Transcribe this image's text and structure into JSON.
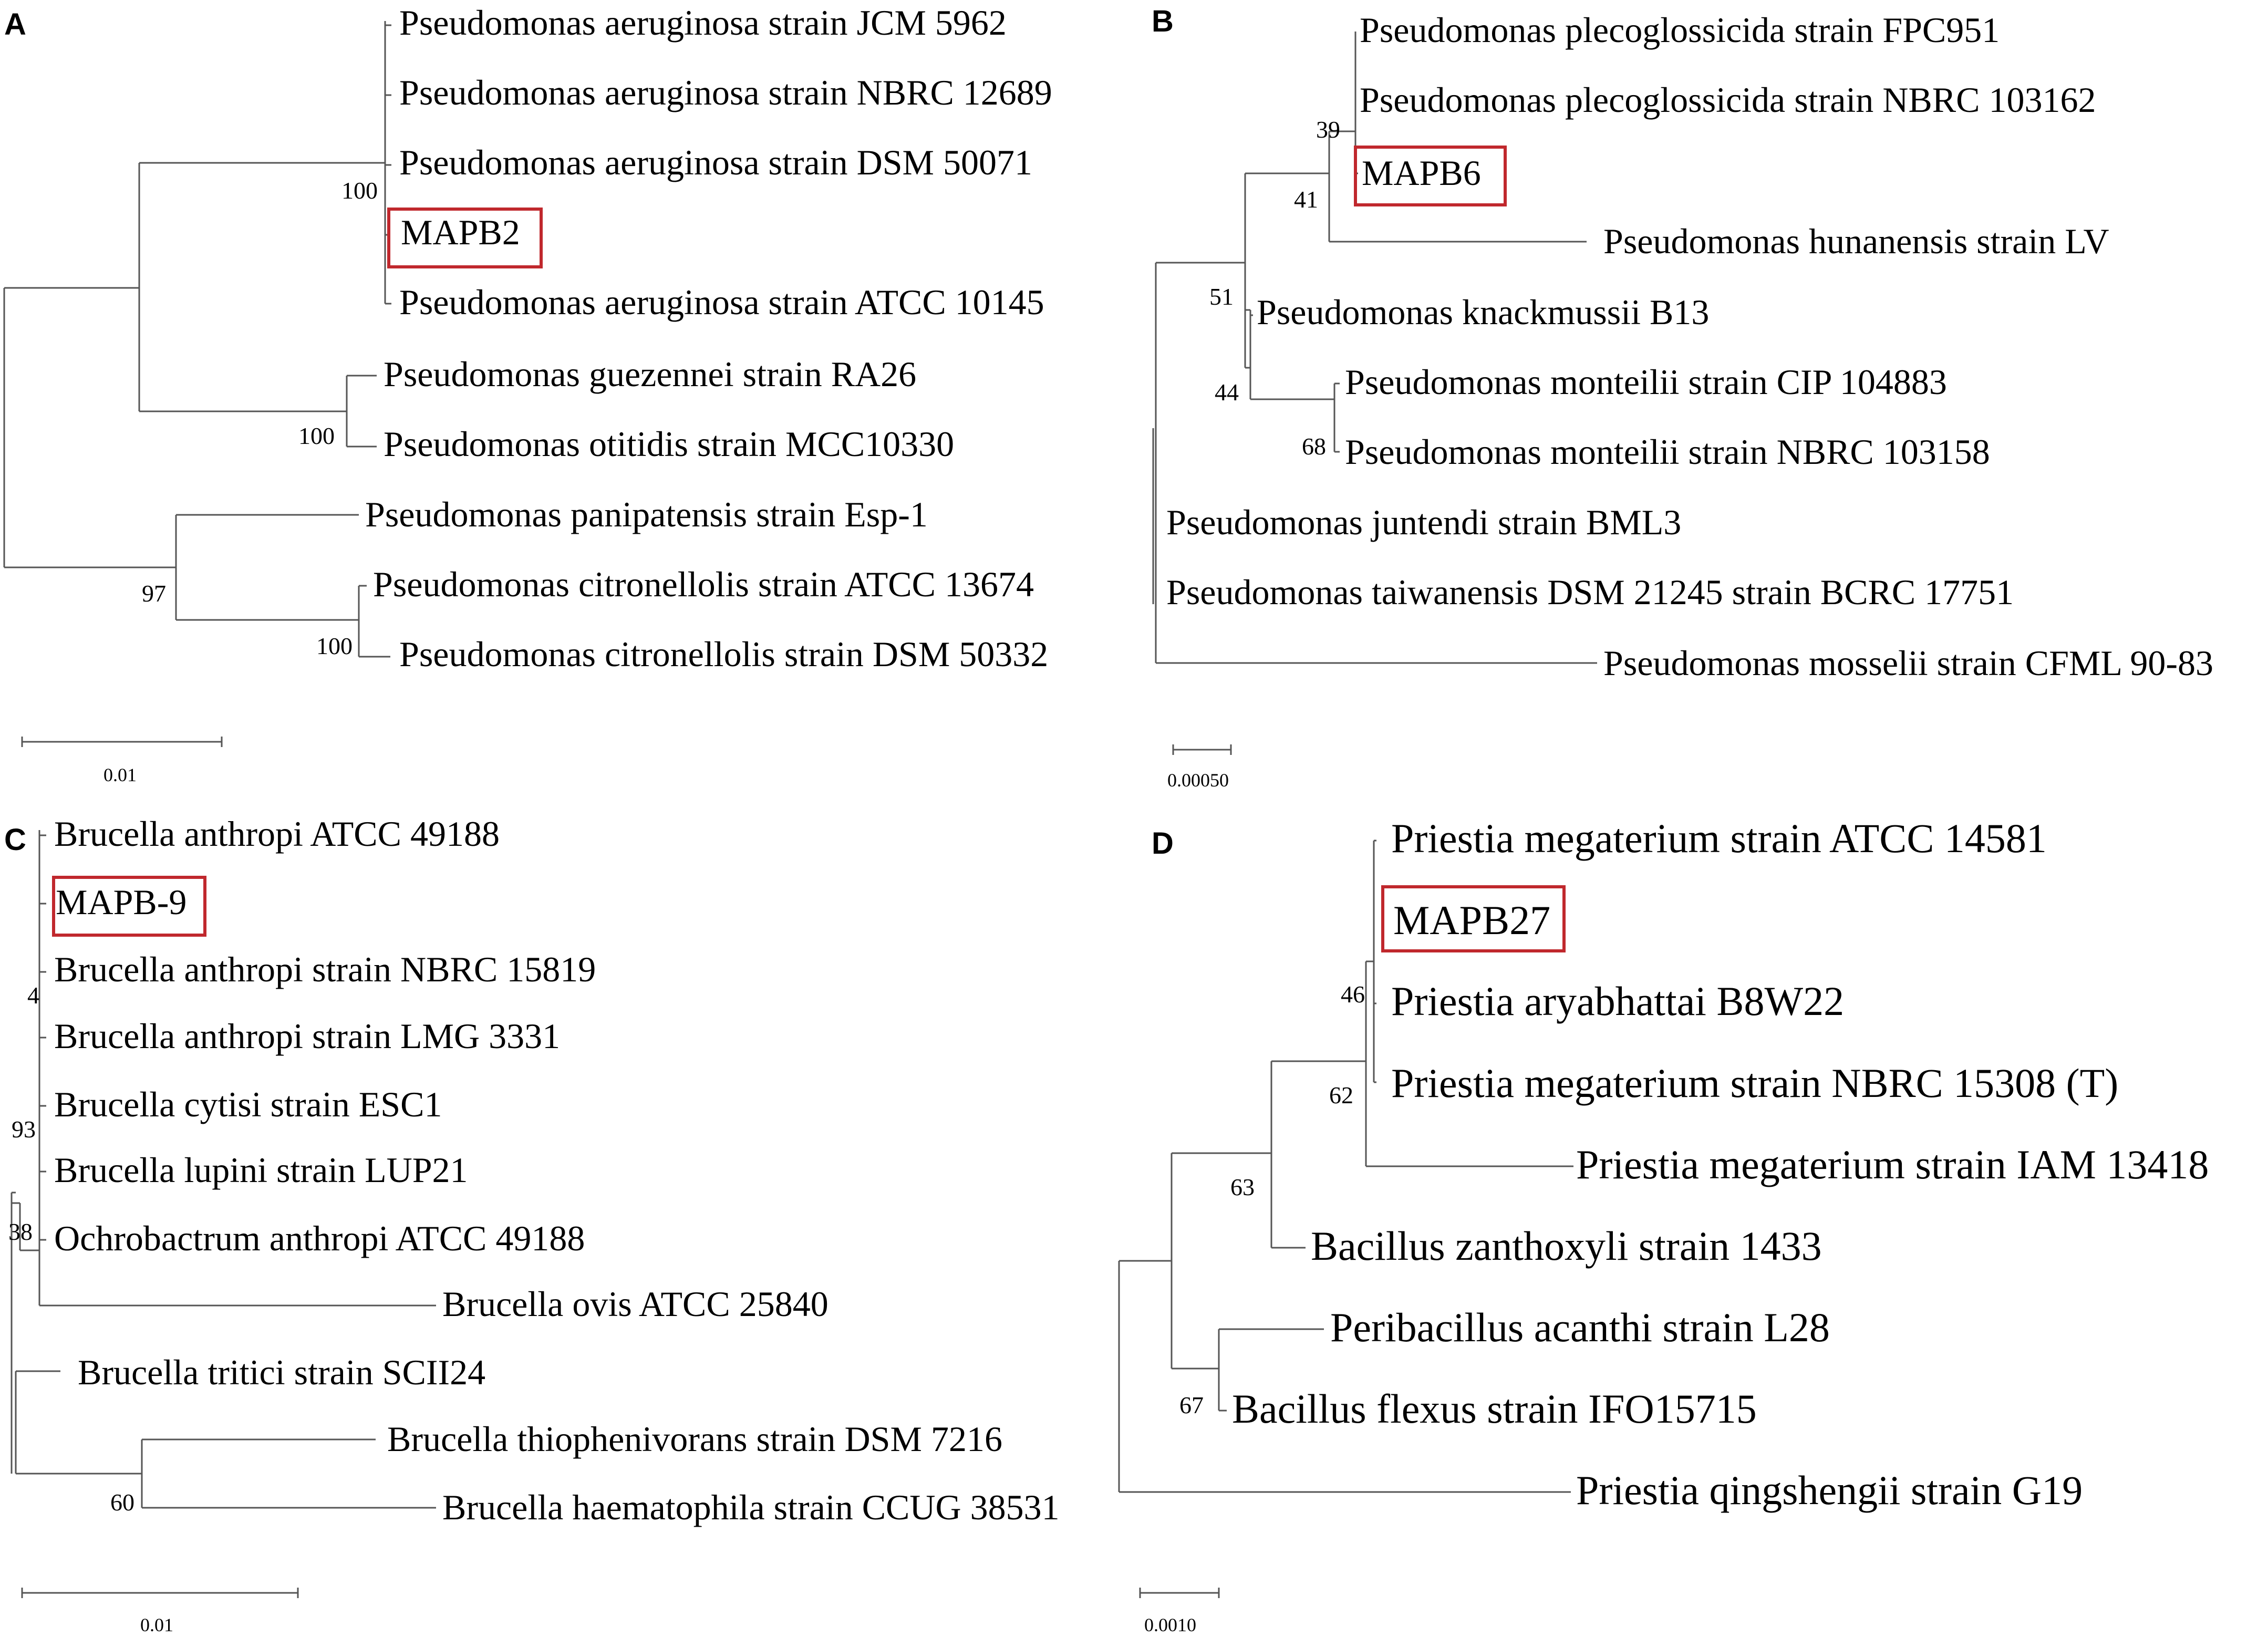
{
  "panels": {
    "A": {
      "letter": "A",
      "taxa": [
        "Pseudomonas aeruginosa strain JCM 5962",
        "Pseudomonas aeruginosa strain NBRC 12689",
        "Pseudomonas aeruginosa strain DSM 50071",
        "MAPB2",
        "Pseudomonas aeruginosa strain ATCC 10145",
        "Pseudomonas guezennei strain RA26",
        "Pseudomonas otitidis strain MCC10330",
        "Pseudomonas panipatensis strain Esp-1",
        "Pseudomonas citronellolis strain ATCC 13674",
        "Pseudomonas citronellolis strain DSM 50332"
      ],
      "bootstraps": [
        "100",
        "100",
        "97",
        "100"
      ],
      "highlighted": "MAPB2",
      "scale": "0.01"
    },
    "B": {
      "letter": "B",
      "taxa": [
        "Pseudomonas plecoglossicida strain FPC951",
        "Pseudomonas plecoglossicida strain NBRC 103162",
        "MAPB6",
        "Pseudomonas hunanensis strain LV",
        "Pseudomonas knackmussii B13",
        "Pseudomonas monteilii strain CIP 104883",
        "Pseudomonas monteilii strain NBRC 103158",
        "Pseudomonas juntendi strain BML3",
        "Pseudomonas taiwanensis DSM 21245 strain BCRC 17751",
        "Pseudomonas mosselii strain CFML 90-83"
      ],
      "bootstraps": [
        "39",
        "41",
        "51",
        "44",
        "68"
      ],
      "highlighted": "MAPB6",
      "scale": "0.00050"
    },
    "C": {
      "letter": "C",
      "taxa": [
        "Brucella anthropi ATCC 49188",
        "MAPB-9",
        "Brucella anthropi strain NBRC 15819",
        "Brucella anthropi strain LMG 3331",
        "Brucella cytisi strain ESC1",
        "Brucella lupini strain LUP21",
        "Ochrobactrum anthropi ATCC 49188",
        "Brucella ovis ATCC 25840",
        "Brucella tritici strain SCII24",
        "Brucella thiophenivorans strain DSM 7216",
        "Brucella haematophila strain CCUG 38531"
      ],
      "bootstraps": [
        "4",
        "93",
        "38",
        "60"
      ],
      "highlighted": "MAPB-9",
      "scale": "0.01"
    },
    "D": {
      "letter": "D",
      "taxa": [
        "Priestia megaterium strain ATCC 14581",
        "MAPB27",
        "Priestia aryabhattai B8W22",
        "Priestia megaterium strain NBRC 15308 (T)",
        "Priestia megaterium strain IAM 13418",
        "Bacillus zanthoxyli strain 1433",
        "Peribacillus acanthi strain L28",
        "Bacillus flexus strain IFO15715",
        "Priestia qingshengii strain G19"
      ],
      "bootstraps": [
        "46",
        "62",
        "63",
        "67"
      ],
      "highlighted": "MAPB27",
      "scale": "0.0010"
    }
  }
}
